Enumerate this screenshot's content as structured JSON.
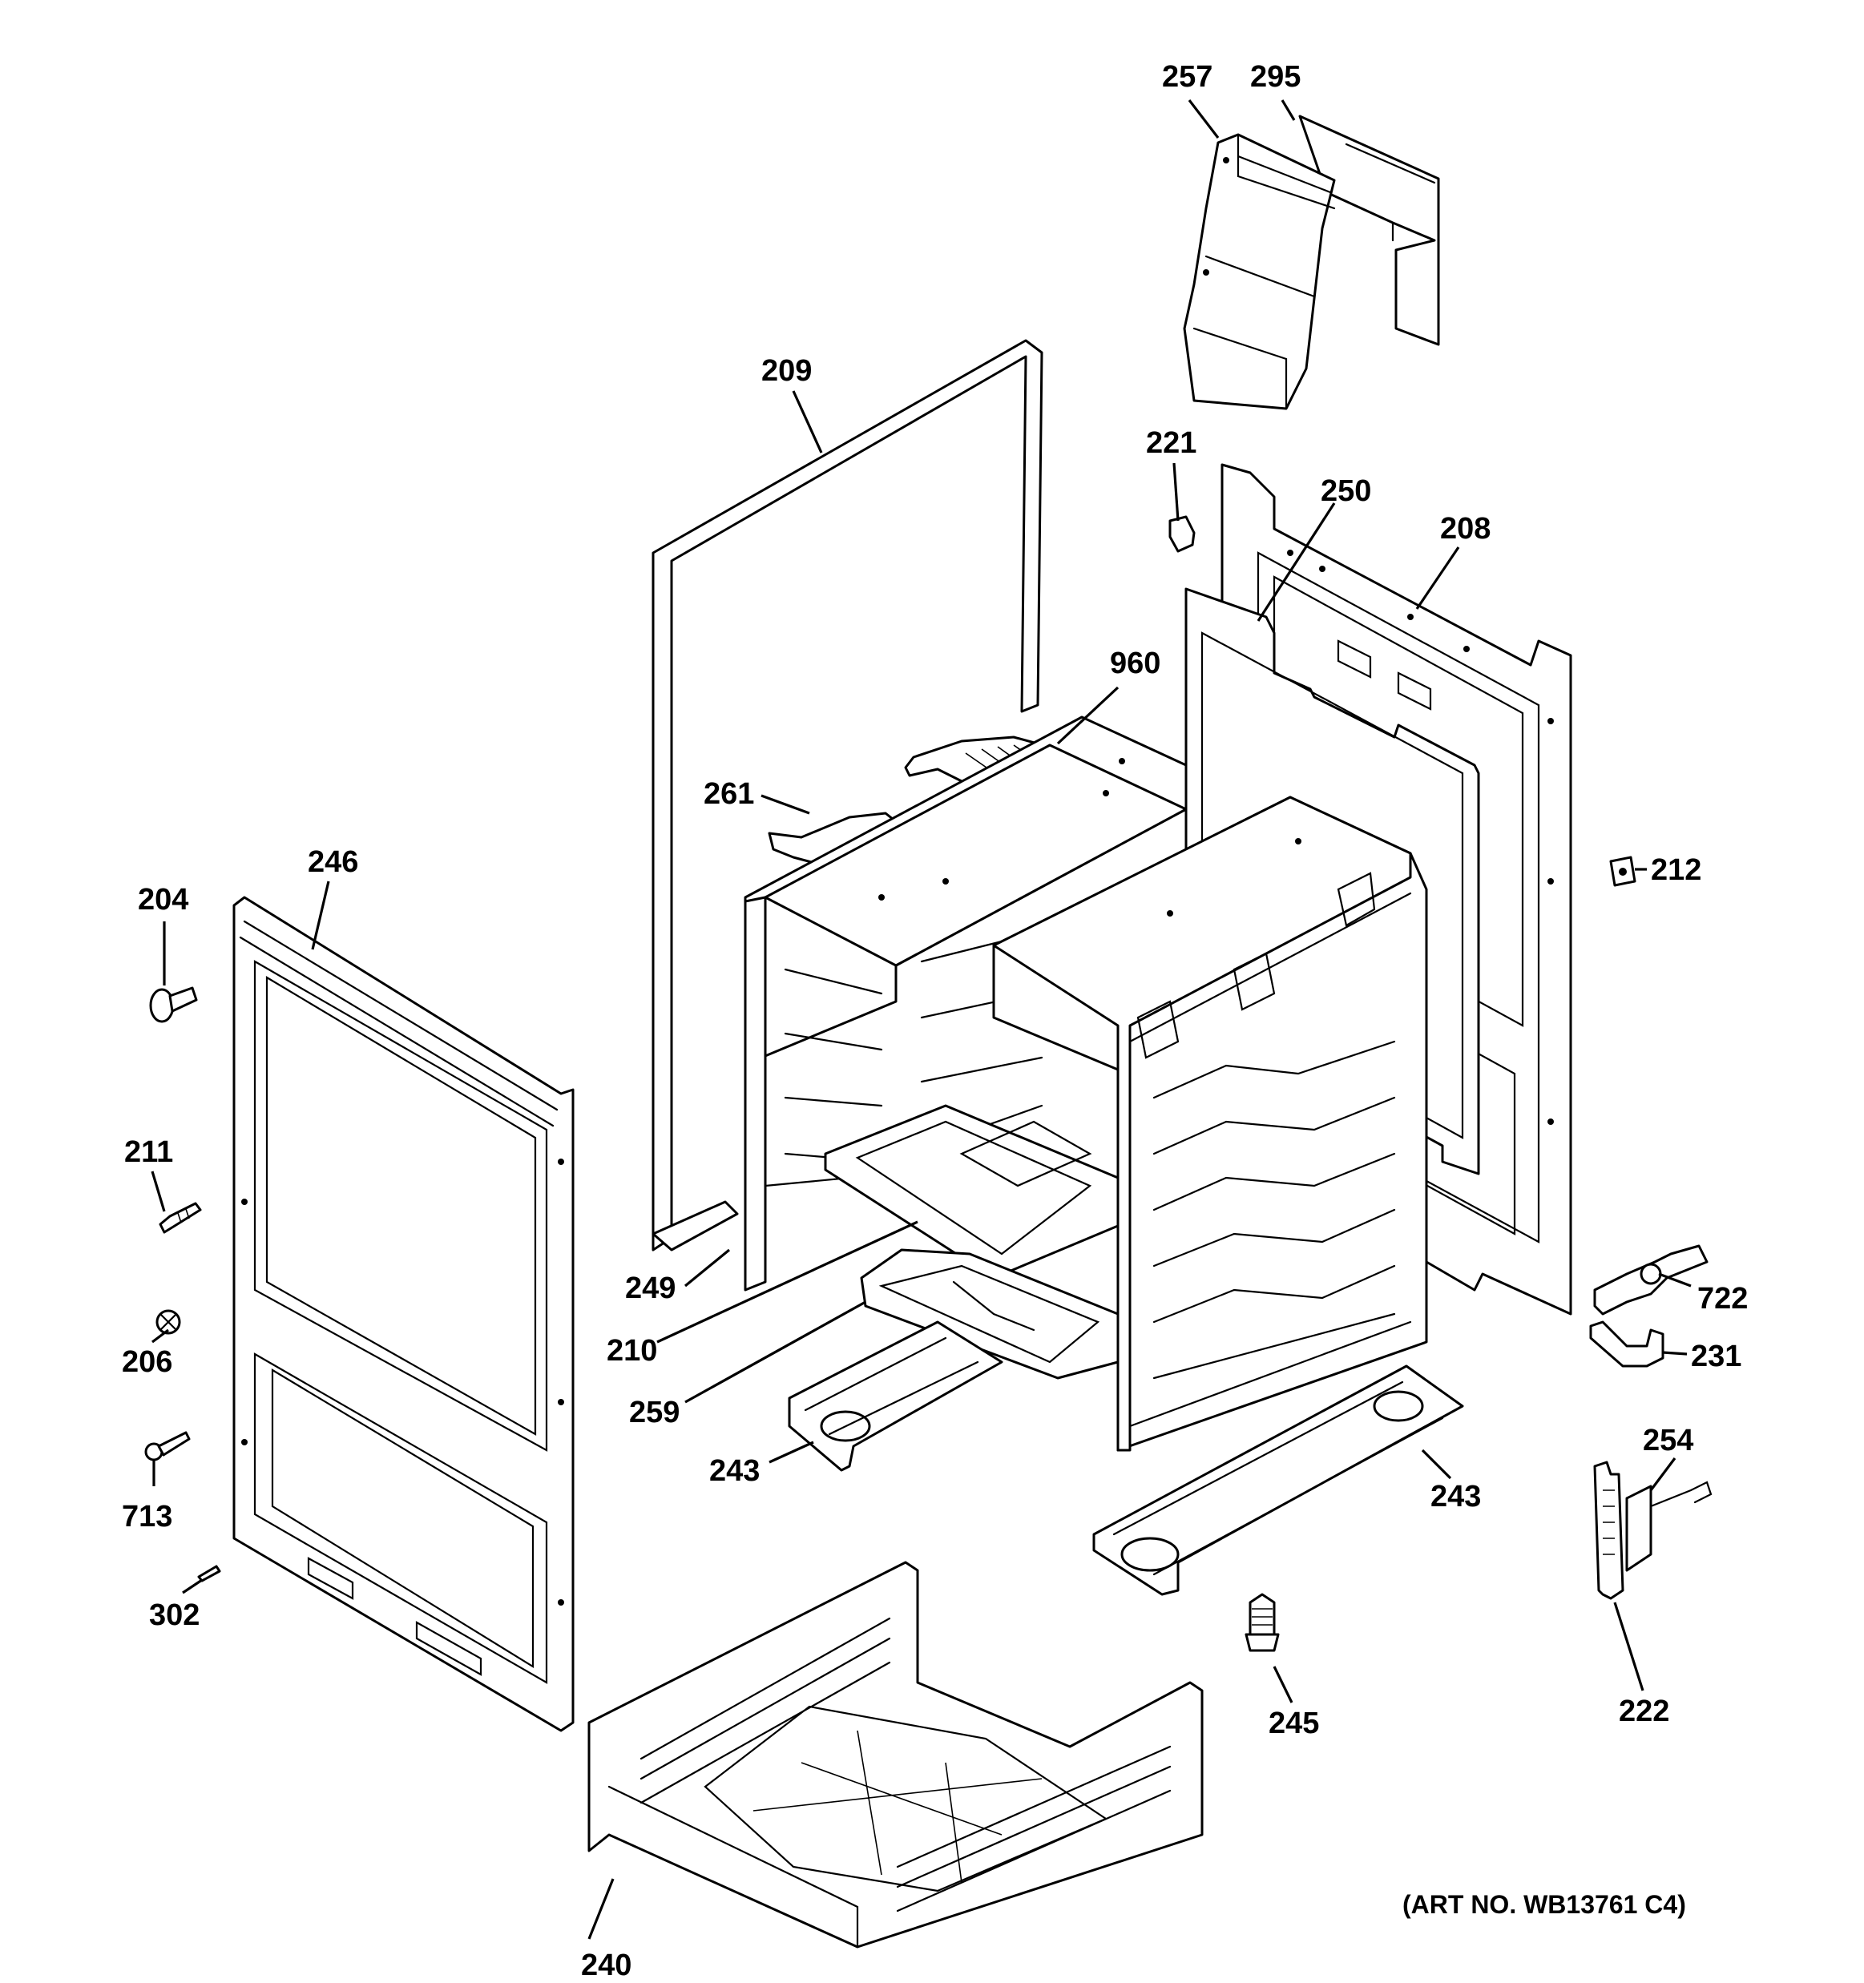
{
  "diagram": {
    "art_number": "(ART NO. WB13761 C4)",
    "callouts": {
      "c257": "257",
      "c295": "295",
      "c209": "209",
      "c221": "221",
      "c250": "250",
      "c208": "208",
      "c960": "960",
      "c261": "261",
      "c246": "246",
      "c204": "204",
      "c212": "212",
      "c211": "211",
      "c249": "249",
      "c722": "722",
      "c206": "206",
      "c210": "210",
      "c231": "231",
      "c259": "259",
      "c243a": "243",
      "c254": "254",
      "c243b": "243",
      "c713": "713",
      "c302": "302",
      "c245": "245",
      "c222": "222",
      "c240": "240"
    }
  }
}
